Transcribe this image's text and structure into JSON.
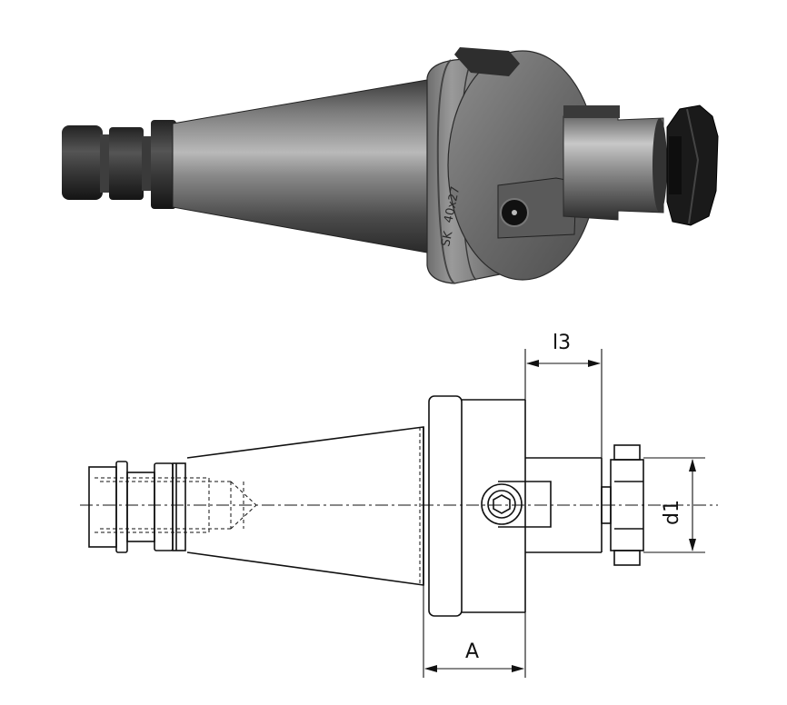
{
  "photo": {
    "engraving_main": "40x27",
    "engraving_prefix": "SK"
  },
  "drawing": {
    "dim_l3": "l3",
    "dim_d1": "d1",
    "dim_A": "A"
  }
}
